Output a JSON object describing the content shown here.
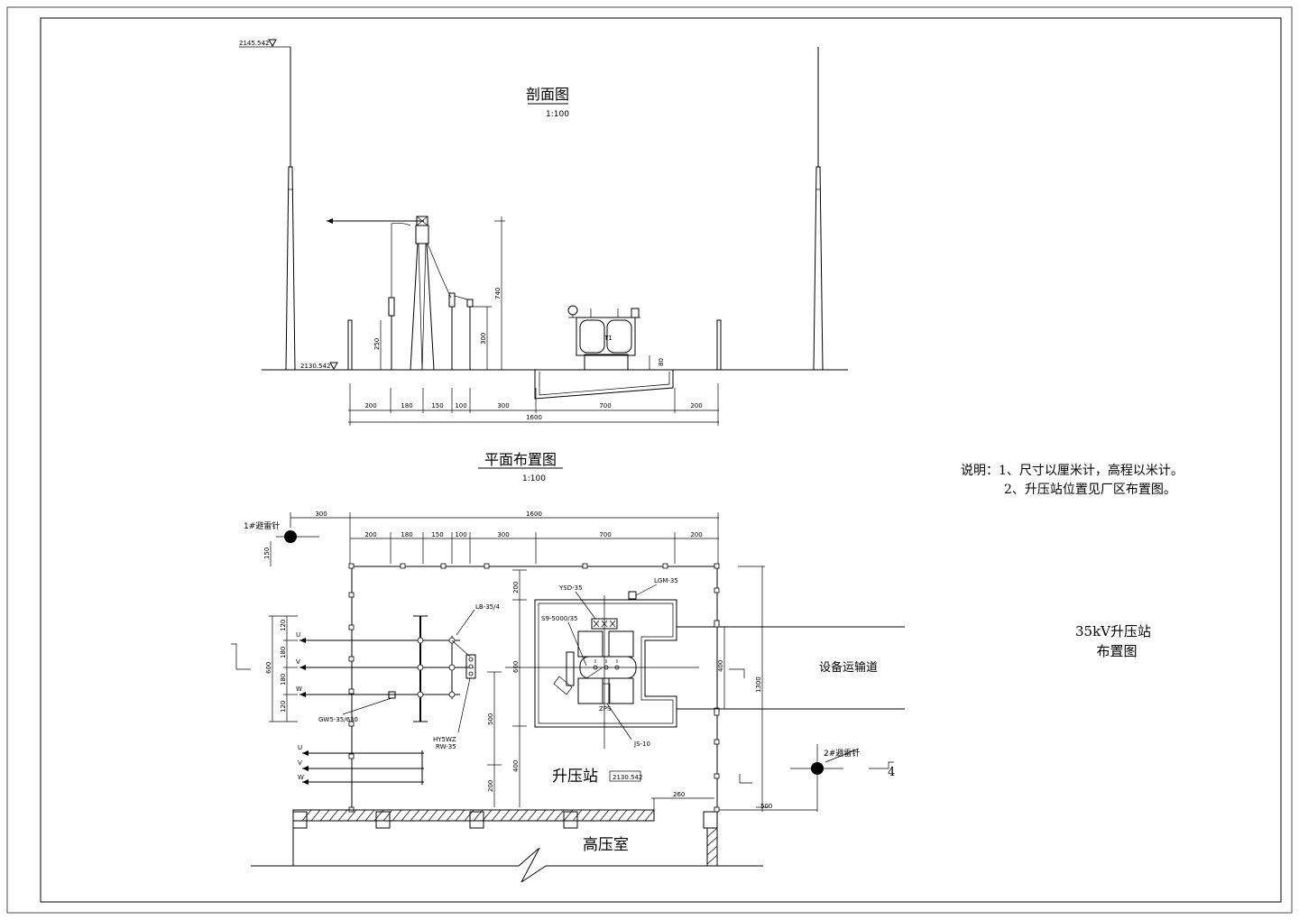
{
  "section": {
    "title": "剖面图",
    "scale": "1:100",
    "elev_top": "2145.542",
    "elev_ground": "2130.542",
    "dim_740": "740",
    "dim_250": "250",
    "dim_300": "300",
    "dim_80": "80",
    "transformer_label": "T1",
    "dims": [
      "200",
      "180",
      "150",
      "100",
      "300",
      "700",
      "200"
    ],
    "total": "1600"
  },
  "plan": {
    "title": "平面布置图",
    "scale": "1:100",
    "dim_300_left": "300",
    "total_top": "1600",
    "dims_top": [
      "200",
      "180",
      "150",
      "100",
      "300",
      "700",
      "200"
    ],
    "lightning_1": "1#避雷针",
    "lightning_2": "2#避雷针",
    "dim_150": "150",
    "phase_u": "U",
    "phase_v": "V",
    "phase_w": "W",
    "dim_600": "600",
    "dims_left_inner": [
      "120",
      "180",
      "180",
      "120"
    ],
    "label_lb": "LB-35/4",
    "label_gw": "GW5-35/630",
    "label_arrester": "HY5WZ",
    "label_rw": "RW-35",
    "label_ss": "S9-5000/35",
    "label_ysd": "YSD-35",
    "label_lgm": "LGM-35",
    "label_js": "JS-10",
    "label_zps": "ZPS",
    "dim_200_a": "200",
    "dim_600_b": "600",
    "dim_500": "500",
    "dim_400": "400",
    "dim_200_b": "200",
    "dim_400_right": "400",
    "dim_1300": "1300",
    "dim_260": "260",
    "dim_500_right": "500",
    "station_label": "升压站",
    "elev_station": "2130.542",
    "hv_room": "高压室",
    "road_label": "设备运输道",
    "marker_4": "4"
  },
  "notes": {
    "line1": "说明：1、尺寸以厘米计，高程以米计。",
    "line2": "2、升压站位置见厂区布置图。"
  },
  "title_block": {
    "line1": "35kV升压站",
    "line2": "布置图"
  }
}
